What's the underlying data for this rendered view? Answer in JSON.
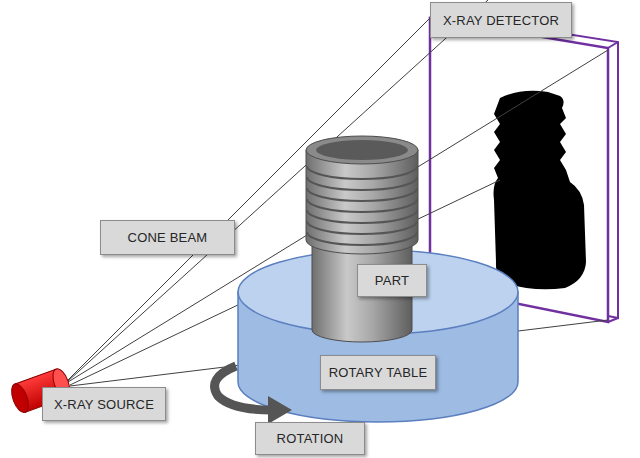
{
  "diagram": {
    "nodes": [
      {
        "text": [
          "X-RAY DETECTOR"
        ]
      },
      {
        "text": [
          "CONE BEAM"
        ]
      },
      {
        "text": [
          "PART"
        ]
      },
      {
        "text": [
          "ROTARY TABLE"
        ]
      },
      {
        "text": [
          "X-RAY SOURCE"
        ]
      },
      {
        "text": [
          "ROTATION"
        ]
      }
    ]
  }
}
